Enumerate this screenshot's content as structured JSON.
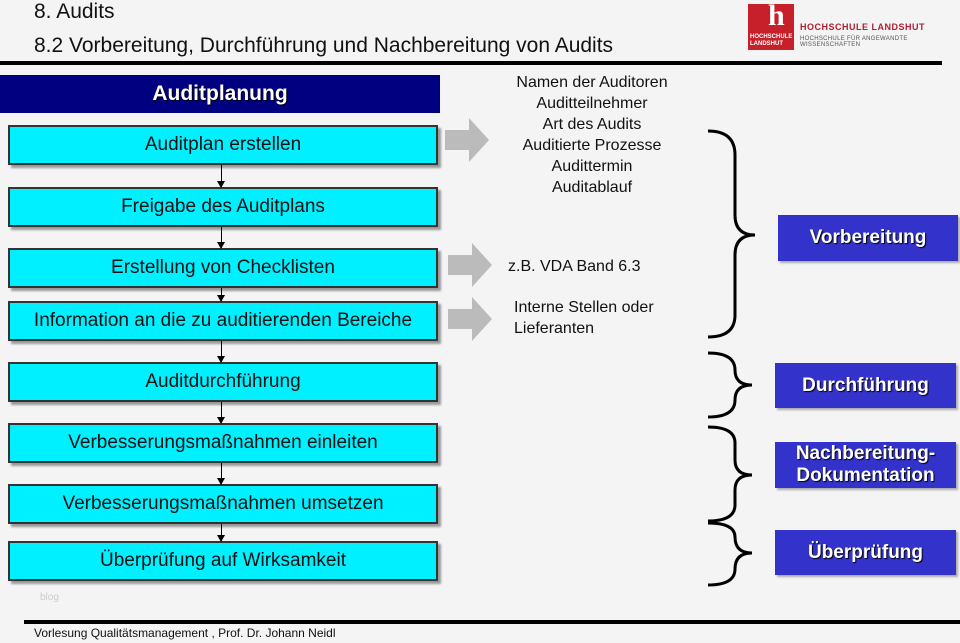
{
  "header": {
    "chapter": "8. Audits",
    "title": "8.2 Vorbereitung, Durchführung und Nachbereitung von Audits"
  },
  "logo": {
    "mark": "h",
    "mark_text": "HOCHSCHULE LANDSHUT",
    "name": "HOCHSCHULE LANDSHUT",
    "subtitle": "HOCHSCHULE FÜR ANGEWANDTE WISSENSCHAFTEN"
  },
  "flow": {
    "heading": "Auditplanung",
    "steps": [
      "Auditplan erstellen",
      "Freigabe des Auditplans",
      "Erstellung von Checklisten",
      "Information an die zu auditierenden Bereiche",
      "Auditdurchführung",
      "Verbesserungsmaßnahmen einleiten",
      "Verbesserungsmaßnahmen umsetzen",
      "Überprüfung auf Wirksamkeit"
    ]
  },
  "notes": {
    "auditplan": [
      "Namen der Auditoren",
      "Auditteilnehmer",
      "Art des Audits",
      "Auditierte Prozesse",
      "Audittermin",
      "Auditablauf"
    ],
    "checklisten": "z.B. VDA Band 6.3",
    "information": [
      "Interne Stellen oder",
      "Lieferanten"
    ]
  },
  "phases": [
    "Vorbereitung",
    "Durchführung",
    "Nachbereitung-",
    "Dokumentation",
    "Überprüfung"
  ],
  "footer": {
    "text": "Vorlesung Qualitätsmanagement , Prof. Dr. Johann Neidl",
    "watermark": "blog"
  },
  "colors": {
    "heading": "#000080",
    "step": "#00f0ff",
    "phase": "#3333cc",
    "logo": "#c8202a"
  }
}
